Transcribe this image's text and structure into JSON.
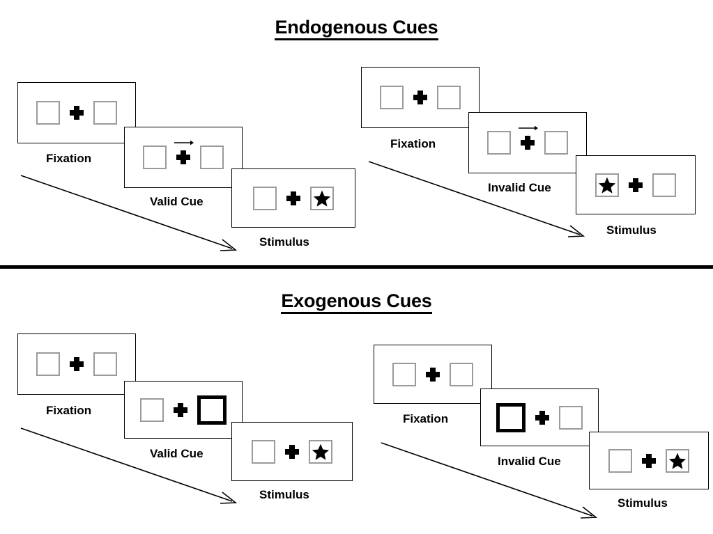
{
  "sections": [
    {
      "id": "endogenous",
      "title": "Endogenous Cues",
      "cue_type": "arrow",
      "sequences": [
        {
          "id": "endogenous-valid",
          "validity": "valid",
          "steps": [
            {
              "caption": "Fixation",
              "left": "empty",
              "right": "empty",
              "arrow": false
            },
            {
              "caption": "Valid Cue",
              "left": "empty",
              "right": "empty",
              "arrow": true
            },
            {
              "caption": "Stimulus",
              "left": "empty",
              "right": "star",
              "arrow": false
            }
          ]
        },
        {
          "id": "endogenous-invalid",
          "validity": "invalid",
          "steps": [
            {
              "caption": "Fixation",
              "left": "empty",
              "right": "empty",
              "arrow": false
            },
            {
              "caption": "Invalid Cue",
              "left": "empty",
              "right": "empty",
              "arrow": true
            },
            {
              "caption": "Stimulus",
              "left": "star",
              "right": "empty",
              "arrow": false
            }
          ]
        }
      ]
    },
    {
      "id": "exogenous",
      "title": "Exogenous Cues",
      "cue_type": "box-flash",
      "sequences": [
        {
          "id": "exogenous-valid",
          "validity": "valid",
          "steps": [
            {
              "caption": "Fixation",
              "left": "empty",
              "right": "empty",
              "arrow": false
            },
            {
              "caption": "Valid Cue",
              "left": "empty",
              "right": "bold",
              "arrow": false
            },
            {
              "caption": "Stimulus",
              "left": "empty",
              "right": "star",
              "arrow": false
            }
          ]
        },
        {
          "id": "exogenous-invalid",
          "validity": "invalid",
          "steps": [
            {
              "caption": "Fixation",
              "left": "empty",
              "right": "empty",
              "arrow": false
            },
            {
              "caption": "Invalid Cue",
              "left": "bold",
              "right": "empty",
              "arrow": false
            },
            {
              "caption": "Stimulus",
              "left": "empty",
              "right": "star",
              "arrow": false
            }
          ]
        }
      ]
    }
  ],
  "icons": {
    "star": "star-icon",
    "fixation_cross": "fixation-cross-icon",
    "cue_arrow": "rightward-arrow-cue-icon",
    "time_arrow": "time-progression-arrow-icon"
  },
  "colors": {
    "ink": "#000000",
    "box_border": "#9a9a9a",
    "panel_border": "#000000",
    "background": "#ffffff"
  }
}
